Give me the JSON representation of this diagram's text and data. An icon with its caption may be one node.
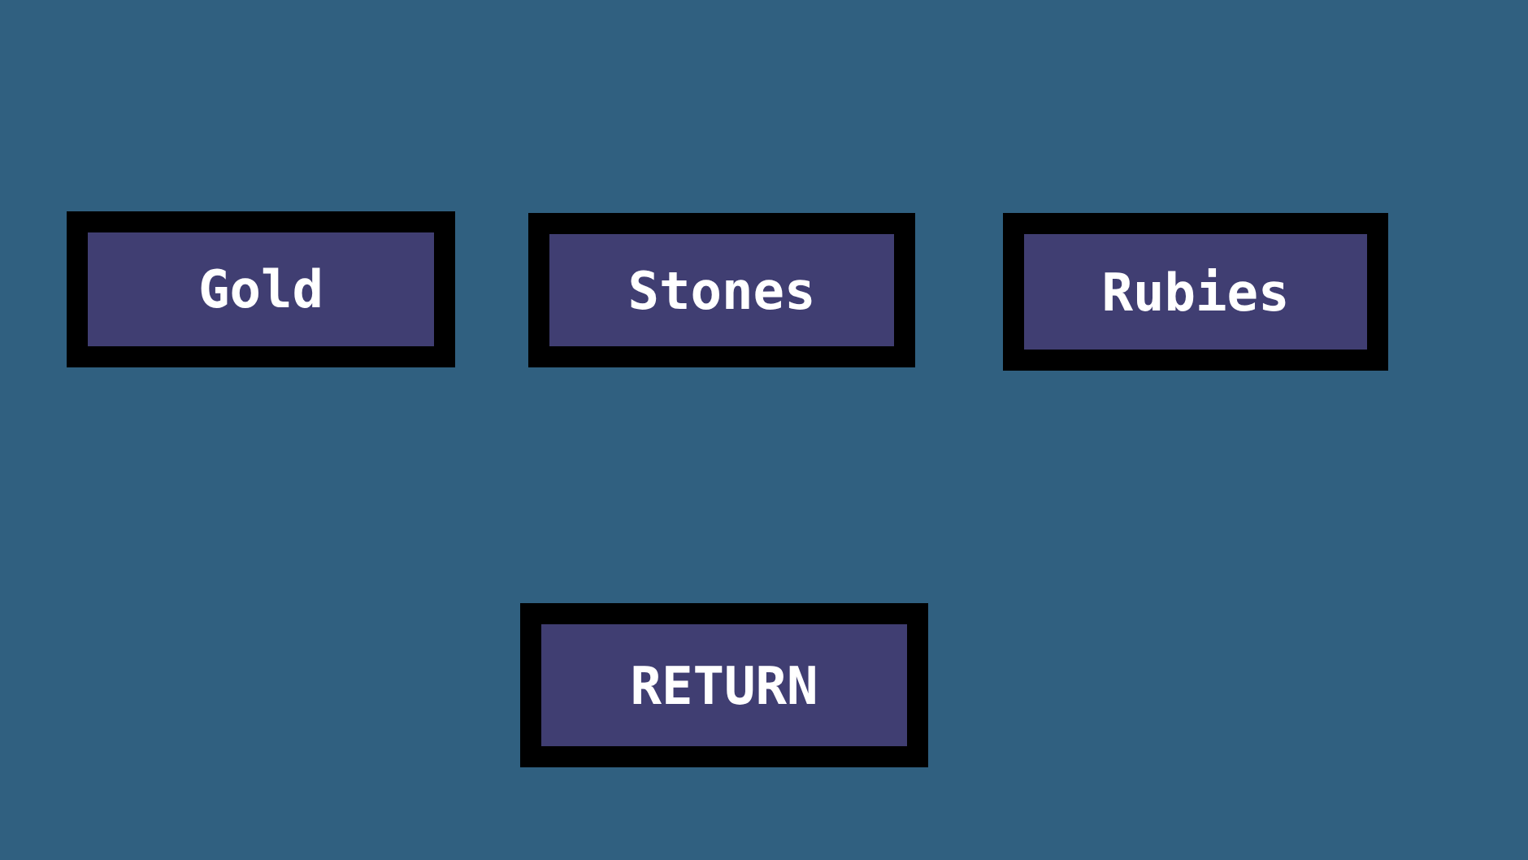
{
  "diagram": {
    "nodes": [
      {
        "text": [
          "Gold"
        ]
      },
      {
        "text": [
          "Stones"
        ]
      },
      {
        "text": [
          "Rubies"
        ]
      },
      {
        "text": [
          "RETURN"
        ]
      }
    ]
  }
}
